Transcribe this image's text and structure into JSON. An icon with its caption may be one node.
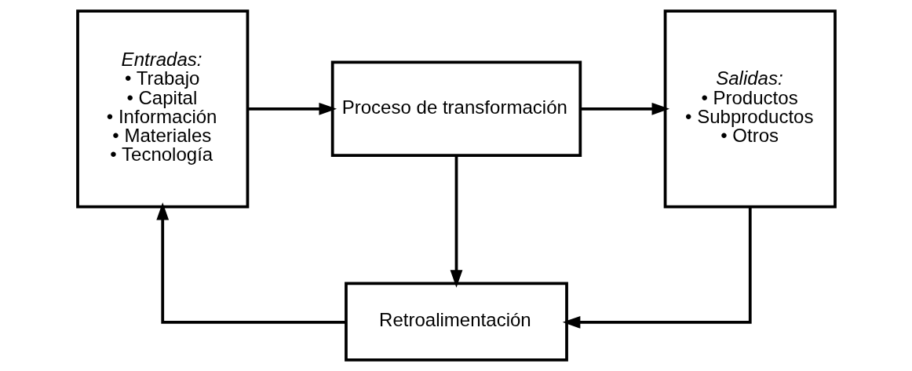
{
  "diagram": {
    "nodes": [
      {
        "text": [
          "Entradas:",
          "• Trabajo",
          "• Capital",
          "• Información",
          "• Materiales",
          "• Tecnología"
        ]
      },
      {
        "text": [
          "Proceso de transformación"
        ]
      },
      {
        "text": [
          "Salidas:",
          "• Productos",
          "• Subproductos",
          "• Otros"
        ]
      },
      {
        "text": [
          "Retroalimentación"
        ]
      }
    ],
    "edges": [
      {
        "from": 0,
        "to": 1,
        "arrow": "to"
      },
      {
        "from": 1,
        "to": 2,
        "arrow": "to"
      },
      {
        "from": 1,
        "to": 3,
        "arrow": "to"
      },
      {
        "from": 2,
        "to": 3,
        "arrow": "to"
      },
      {
        "from": 3,
        "to": 0,
        "arrow": "to"
      }
    ]
  }
}
